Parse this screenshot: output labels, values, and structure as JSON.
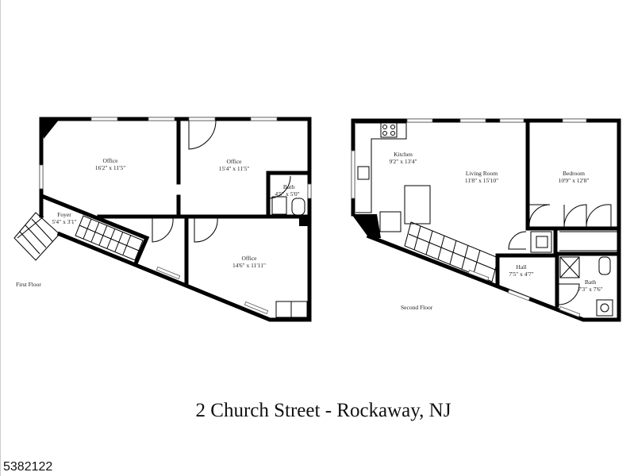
{
  "first_floor": {
    "label": "First Floor",
    "rooms": [
      {
        "name": "Office",
        "dims": "16'2\" x 11'5\""
      },
      {
        "name": "Office",
        "dims": "15'4\" x 11'5\""
      },
      {
        "name": "Bath",
        "dims": "4'5\" x 5'0\""
      },
      {
        "name": "Foyer",
        "dims": "5'4\" x 3'1\""
      },
      {
        "name": "Office",
        "dims": "14'6\" x 11'11\""
      }
    ]
  },
  "second_floor": {
    "label": "Second Floor",
    "rooms": [
      {
        "name": "Kitchen",
        "dims": "9'2\" x 13'4\""
      },
      {
        "name": "Living Room",
        "dims": "11'8\" x 15'10\""
      },
      {
        "name": "Bedroom",
        "dims": "10'9\" x 12'8\""
      },
      {
        "name": "Hall",
        "dims": "7'5\" x 4'7\""
      },
      {
        "name": "Bath",
        "dims": "7'3\" x 7'6\""
      }
    ]
  },
  "title": "2 Church Street - Rockaway, NJ",
  "listing_id": "5382122"
}
